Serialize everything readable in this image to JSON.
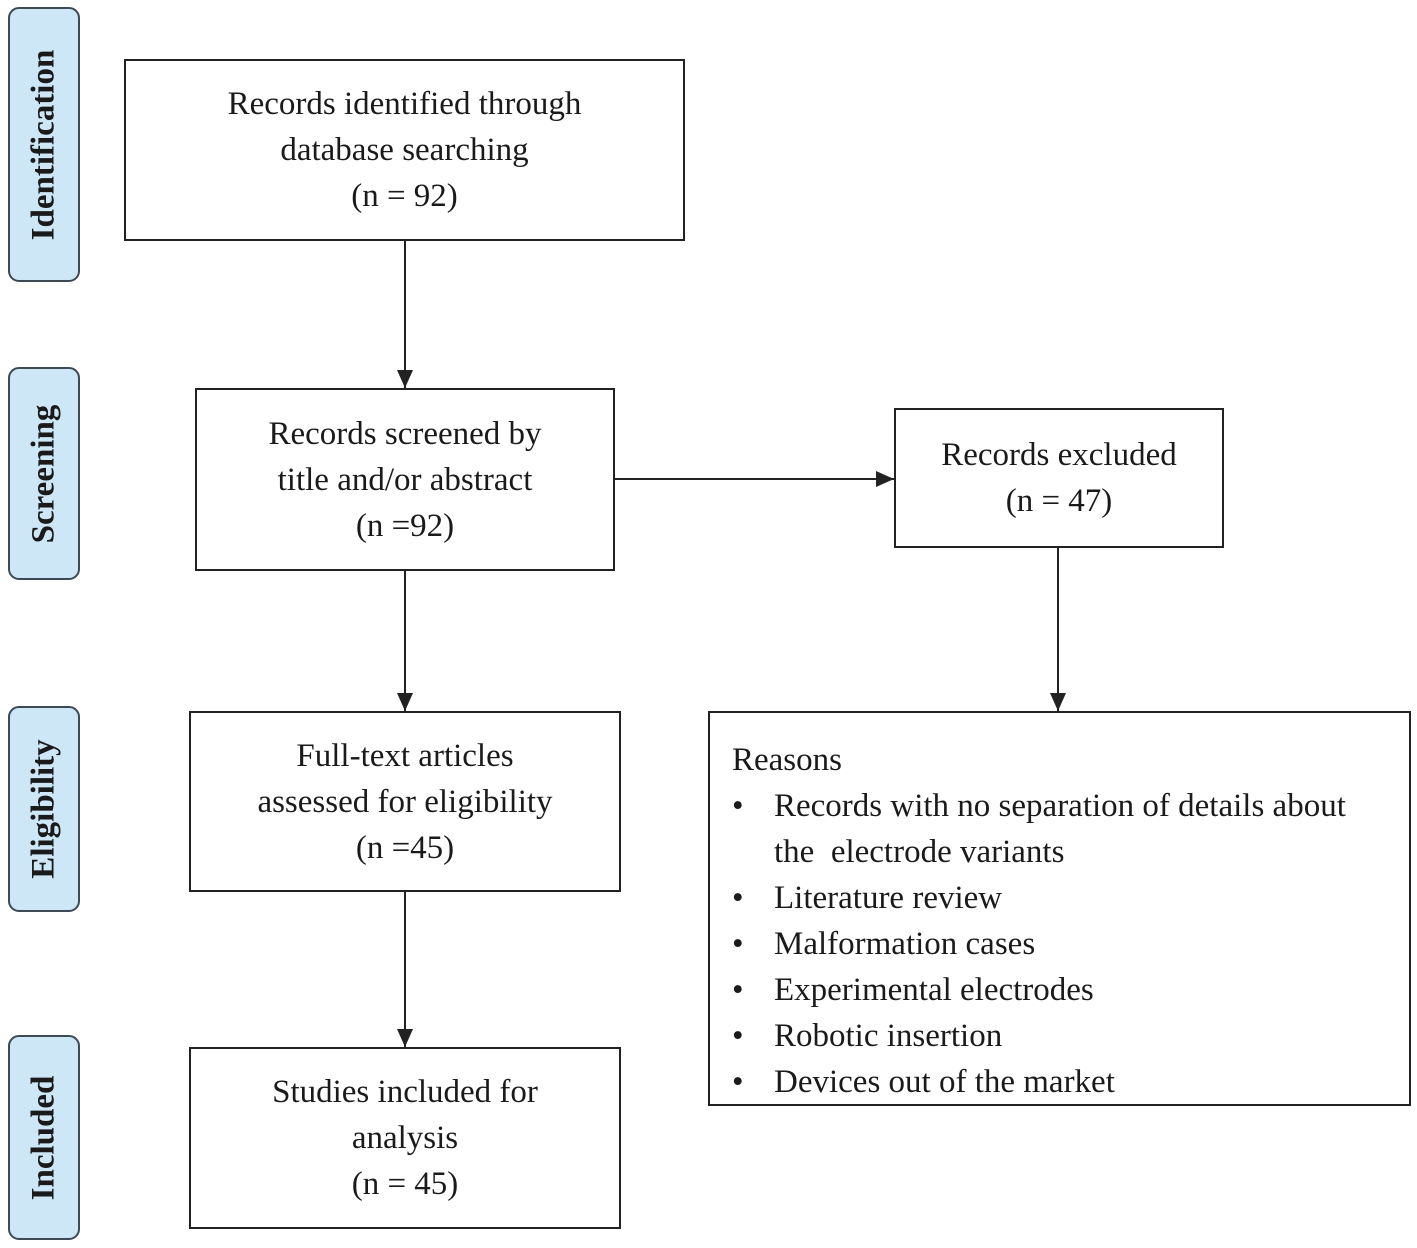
{
  "stages": {
    "identification": "Identification",
    "screening": "Screening",
    "eligibility": "Eligibility",
    "included": "Included"
  },
  "boxes": {
    "identified": {
      "line1": "Records identified through",
      "line2": "database searching",
      "line3": "(n = 92)"
    },
    "screened": {
      "line1": "Records screened by",
      "line2": "title and/or abstract",
      "line3": "(n =92)"
    },
    "excluded": {
      "line1": "Records excluded",
      "line2": "(n = 47)"
    },
    "fulltext": {
      "line1": "Full-text articles",
      "line2": "assessed for eligibility",
      "line3": "(n =45)"
    },
    "included": {
      "line1": "Studies included for",
      "line2": "analysis",
      "line3": "(n = 45)"
    }
  },
  "reasons": {
    "title": "Reasons",
    "items": [
      "Records with no separation of details about the  electrode variants",
      "Literature review",
      "Malformation cases",
      "Experimental electrodes",
      "Robotic insertion",
      "Devices out of the market"
    ]
  },
  "colors": {
    "stage_fill": "#cde7f7",
    "stage_border": "#3c4a55",
    "line": "#222222"
  }
}
